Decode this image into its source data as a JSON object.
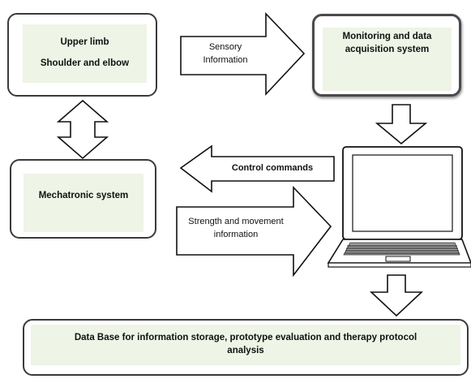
{
  "boxes": {
    "upper_limb": {
      "line1": "Upper limb",
      "line2": "Shoulder and elbow"
    },
    "monitoring": {
      "line1": "Monitoring and data",
      "line2": "acquisition system"
    },
    "mechatronic": {
      "label": "Mechatronic system"
    },
    "database": {
      "line1": "Data Base for information storage, prototype evaluation and therapy protocol",
      "line2": "analysis"
    }
  },
  "arrows": {
    "sensory": {
      "line1": "Sensory",
      "line2": "Information"
    },
    "control": {
      "label": "Control commands"
    },
    "strength": {
      "line1": "Strength and movement",
      "line2": "information"
    }
  },
  "icons": [
    "double-arrow-icon",
    "down-arrow-icon",
    "laptop-icon"
  ]
}
